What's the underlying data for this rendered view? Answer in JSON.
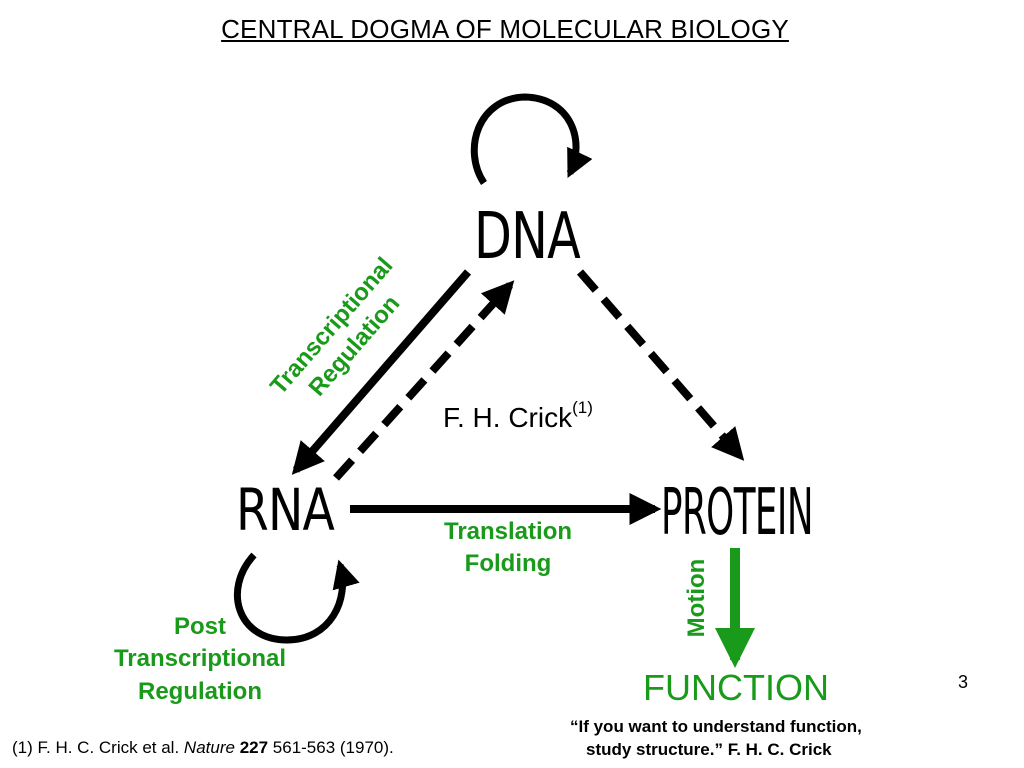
{
  "title": "CENTRAL DOGMA OF MOLECULAR BIOLOGY",
  "nodes": {
    "dna": "DNA",
    "rna": "RNA",
    "protein": "PROTEIN"
  },
  "labels": {
    "transcriptional_regulation": [
      "Transcriptional",
      "Regulation"
    ],
    "translation_folding": [
      "Translation",
      "Folding"
    ],
    "post_transcriptional_regulation": [
      "Post",
      "Transcriptional",
      "Regulation"
    ],
    "motion": "Motion",
    "function": "FUNCTION"
  },
  "crick": {
    "name": "F. H. Crick",
    "superscript": "(1)"
  },
  "page_number": "3",
  "reference": {
    "prefix": "(1) F. H. C. Crick et al. ",
    "journal": "Nature",
    "volume": "227",
    "rest": " 561-563 (1970)."
  },
  "quote": {
    "line1": "“If you want to understand function,",
    "line2": "study structure.” F. H. C. Crick"
  },
  "colors": {
    "accent_green": "#1a9a1a",
    "arrow_black": "#000000"
  }
}
